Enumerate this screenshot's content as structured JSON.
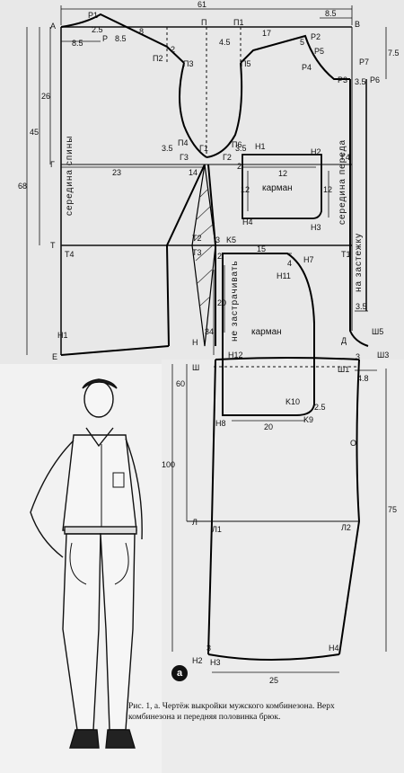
{
  "figure": {
    "caption_line1": "Рис. 1, а. Чертёж выкройки мужского комбинезона. Верх",
    "caption_line2": "комбинезона и передняя половинка брюк.",
    "badge": "а"
  },
  "labels": {
    "mid_back": "середина спины",
    "mid_front": "середина переда",
    "placket": "на застежку",
    "no_stitch": "не застрачивать",
    "pocket_chest": "карман",
    "pocket_trouser": "карман"
  },
  "points": {
    "A": "А",
    "P1": "P1",
    "P": "P",
    "P2": "П2",
    "P3": "П3",
    "P4": "П4",
    "Pi": "П",
    "Pi1": "П1",
    "Pi5": "П5",
    "Pi6": "П6",
    "V": "В",
    "Rf2": "P2",
    "Rf4": "P4",
    "Rf5": "P5",
    "Rf7": "P7",
    "Rf3": "P3",
    "Rf6": "P6",
    "G": "Г",
    "G1": "Г1",
    "G2": "Г2",
    "G3": "Г3",
    "G4": "Г4",
    "H1t": "H1",
    "H2t": "H2",
    "H3t": "H3",
    "H4t": "H4",
    "T": "T",
    "T1": "T1",
    "T2": "T2",
    "T3": "T3",
    "T4": "T4",
    "K5": "K5",
    "K7": "H7",
    "K11": "H11",
    "K10": "K10",
    "K9": "K9",
    "K8": "H8",
    "K12": "H12",
    "E": "Е",
    "H1b": "H1",
    "Hb": "H",
    "Sh": "Ш",
    "Sh1": "Ш1",
    "Sh3": "Ш3",
    "Sh5": "Ш5",
    "D": "Д",
    "O": "О",
    "L": "Л",
    "L1": "Л1",
    "L2": "Л2",
    "N2": "H2",
    "N3": "H3",
    "N4": "H4",
    "n3": "3"
  },
  "dims": {
    "w61": "61",
    "w85a": "8.5",
    "w85b": "8.5",
    "w85c": "8.5",
    "w25": "2.5",
    "w8": "8",
    "w2a": "2",
    "w45": "4.5",
    "w17": "17",
    "w5": "5",
    "w75": "7.5",
    "w35a": "3.5",
    "h26": "26",
    "h45": "45",
    "h68": "68",
    "w35b": "3.5",
    "w35c": "3.5",
    "w23": "23",
    "w14": "14",
    "w2b": "2",
    "w12a": "12",
    "w12b": "12",
    "w12c": "12",
    "w3": "3",
    "w2c": "2",
    "w15": "15",
    "w4": "4",
    "h20": "20",
    "h34": "34",
    "w35d": "3.5",
    "w48": "4.8",
    "w3b": "3",
    "h60": "60",
    "h100": "100",
    "h75": "75",
    "w25b": "2.5",
    "w20": "20",
    "w25c": "25"
  }
}
